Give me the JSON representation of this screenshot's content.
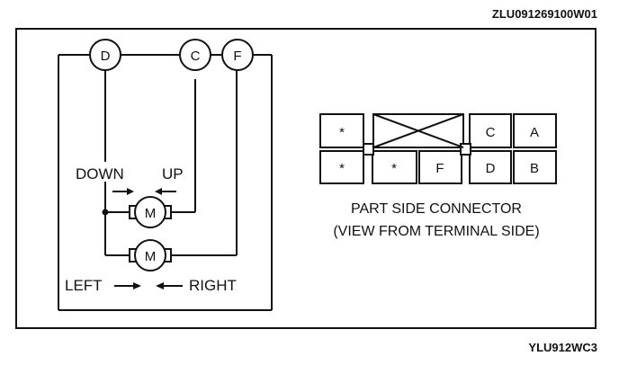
{
  "header_code": "ZLU091269100W01",
  "footer_code": "YLU912WC3",
  "terminals": {
    "d": "D",
    "c": "C",
    "f": "F"
  },
  "motor_symbol": "M",
  "labels": {
    "down": "DOWN",
    "up": "UP",
    "left": "LEFT",
    "right": "RIGHT"
  },
  "connector": {
    "top_row": [
      "*",
      "",
      "C",
      "A"
    ],
    "bottom_row": [
      "*",
      "*",
      "F",
      "D",
      "B"
    ],
    "caption_line1": "PART SIDE CONNECTOR",
    "caption_line2": "(VIEW FROM TERMINAL SIDE)"
  }
}
